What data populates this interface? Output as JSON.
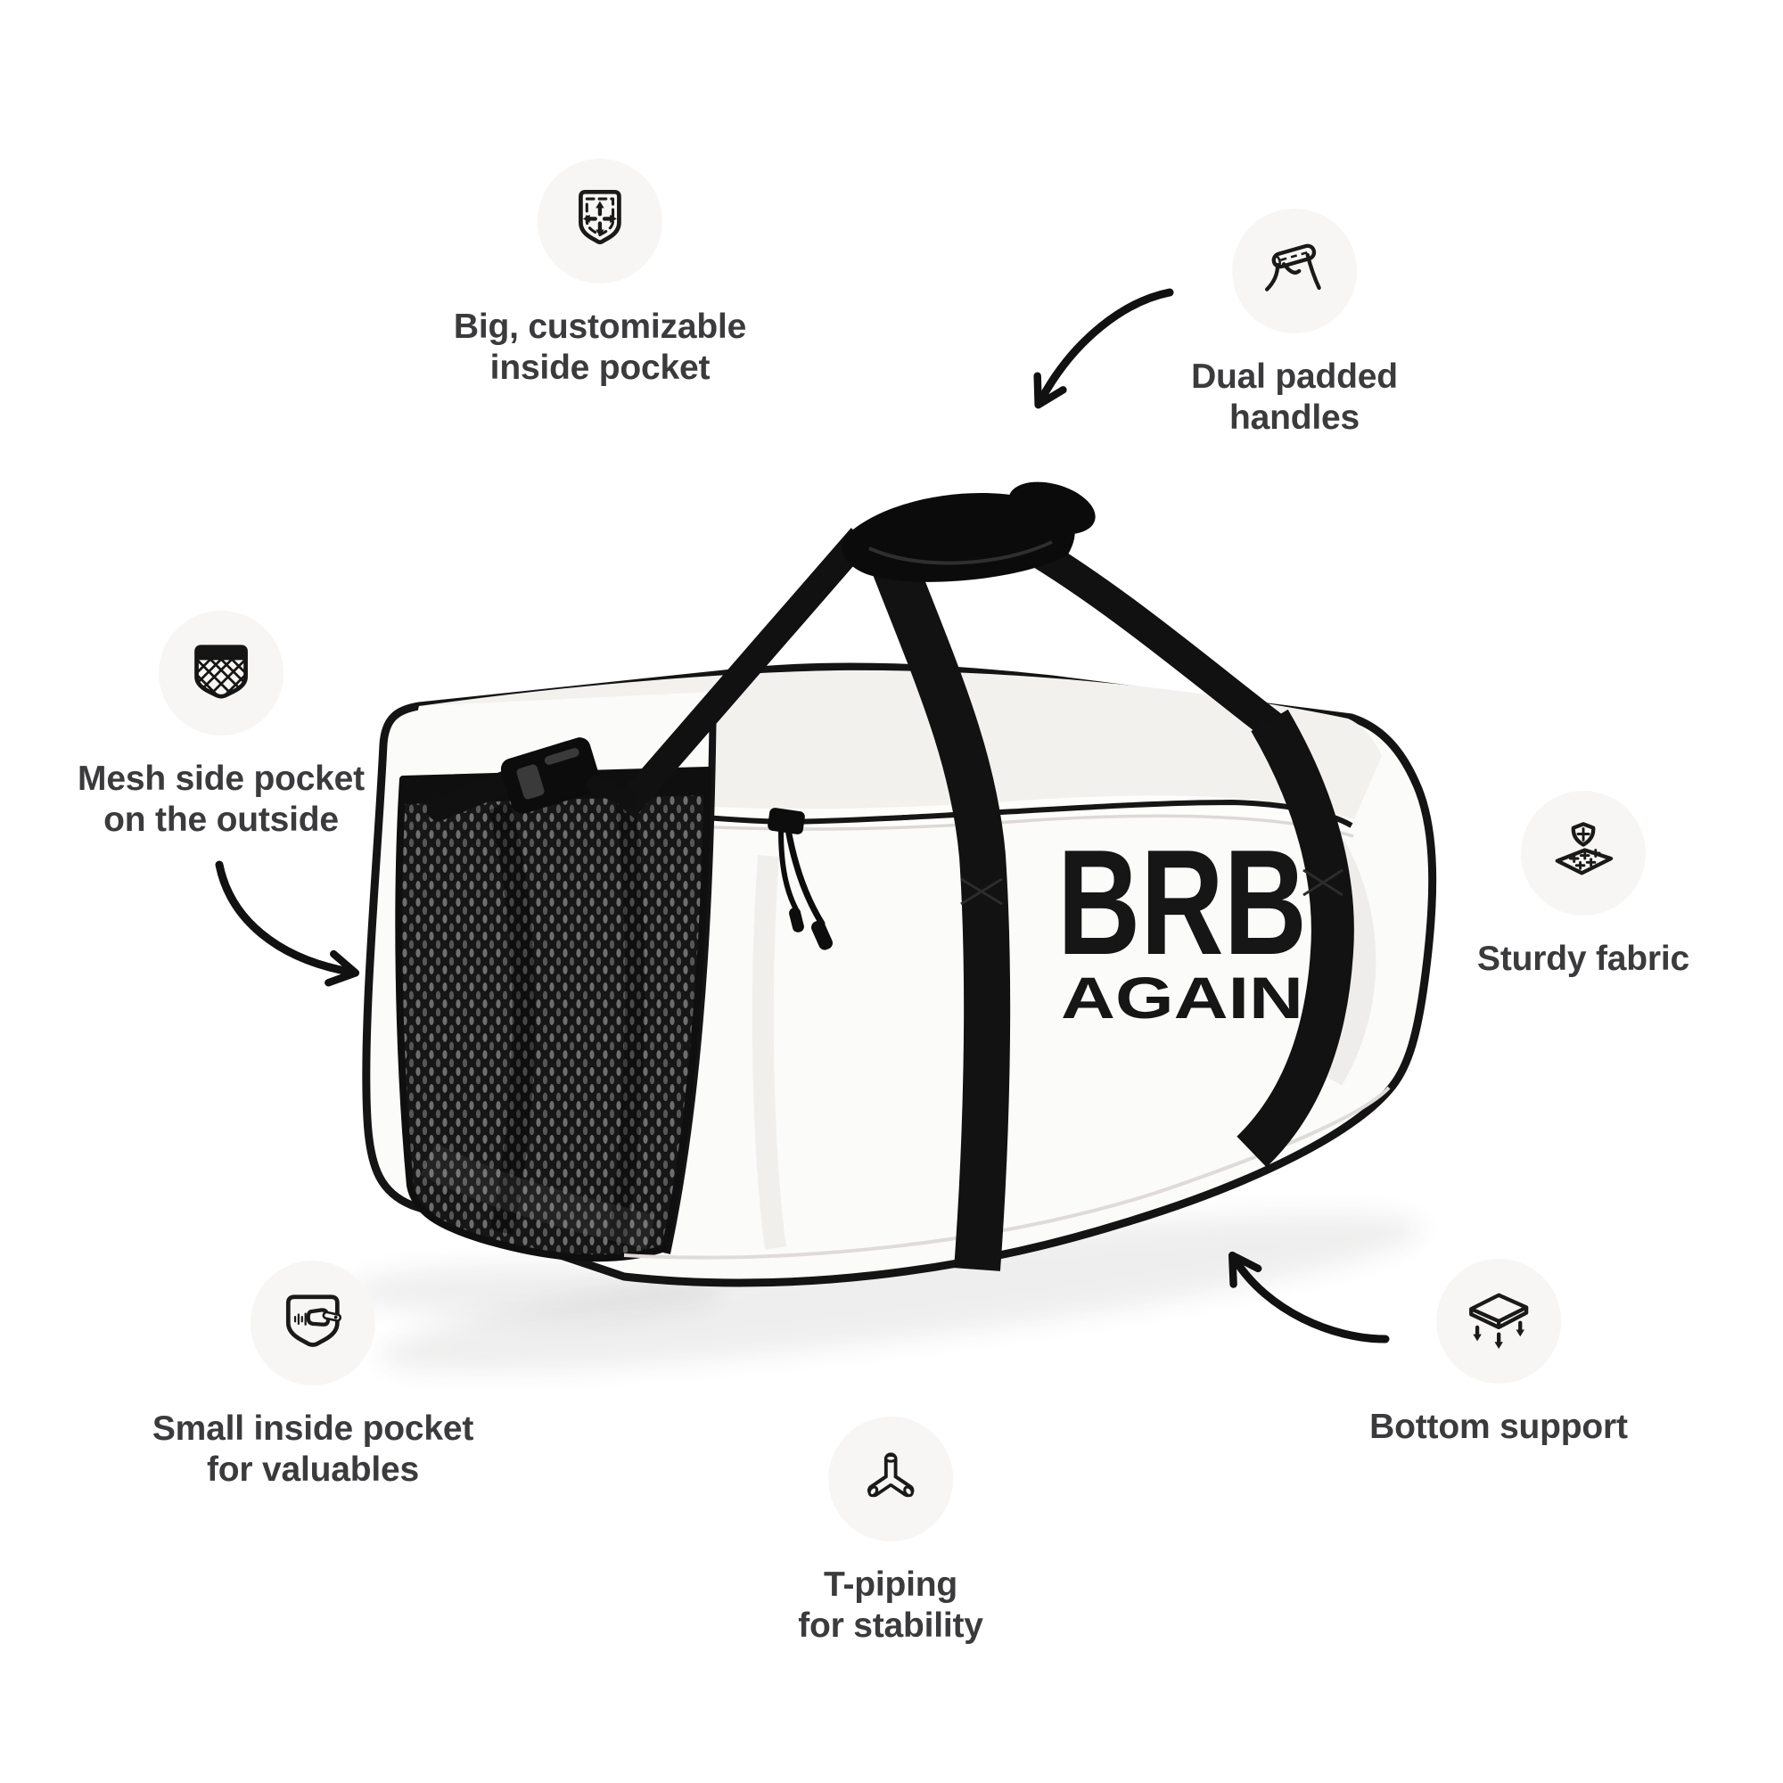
{
  "page": {
    "background_color": "#ffffff",
    "label_color": "#3b3b3d",
    "icon_circle_color": "#f7f6f4",
    "icon_stroke_color": "#1a1a1a",
    "arrow_color": "#111111"
  },
  "bag": {
    "logo_line1": "BRB",
    "logo_line2": "AGAIN",
    "body_color": "#fbfbfa",
    "strap_color": "#141414",
    "mesh_color": "#161616"
  },
  "features": [
    {
      "id": "big-inside-pocket",
      "icon": "pocket-expand-icon",
      "line1": "Big, customizable",
      "line2": "inside pocket"
    },
    {
      "id": "dual-padded-handles",
      "icon": "padded-handle-icon",
      "line1": "Dual padded",
      "line2": "handles"
    },
    {
      "id": "mesh-side-pocket",
      "icon": "mesh-pocket-icon",
      "line1": "Mesh side pocket",
      "line2": "on the outside"
    },
    {
      "id": "sturdy-fabric",
      "icon": "shield-fabric-icon",
      "line1": "Sturdy fabric",
      "line2": ""
    },
    {
      "id": "small-inside-pocket",
      "icon": "zipper-pocket-icon",
      "line1": "Small inside pocket",
      "line2": "for valuables"
    },
    {
      "id": "t-piping",
      "icon": "t-piping-icon",
      "line1": "T-piping",
      "line2": "for stability"
    },
    {
      "id": "bottom-support",
      "icon": "plate-arrows-icon",
      "line1": "Bottom support",
      "line2": ""
    }
  ]
}
